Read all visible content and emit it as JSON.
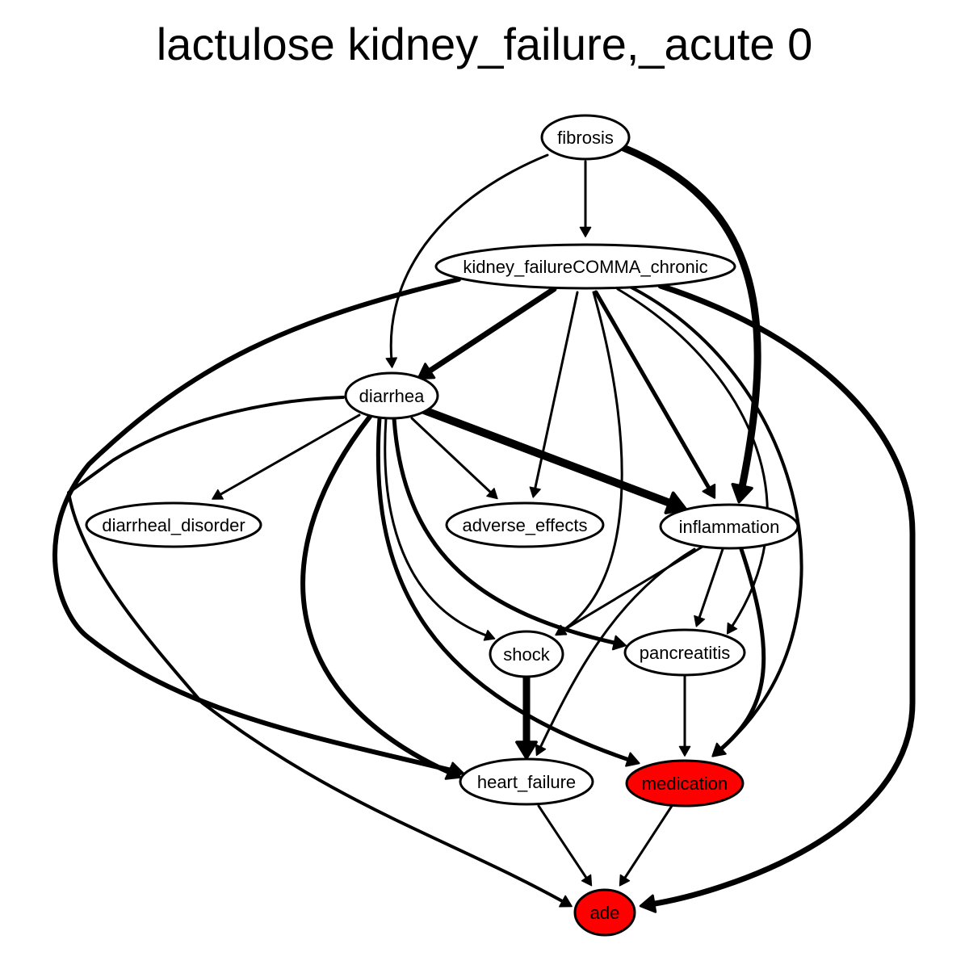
{
  "title": "lactulose kidney_failure,_acute 0",
  "colors": {
    "highlight": "#ff0000",
    "normal": "#ffffff",
    "edge": "#000000"
  },
  "nodes": [
    {
      "id": "fibrosis",
      "label": "fibrosis",
      "highlight": false
    },
    {
      "id": "kfc",
      "label": "kidney_failureCOMMA_chronic",
      "highlight": false
    },
    {
      "id": "diarrhea",
      "label": "diarrhea",
      "highlight": false
    },
    {
      "id": "diarrheal_disorder",
      "label": "diarrheal_disorder",
      "highlight": false
    },
    {
      "id": "adverse_effects",
      "label": "adverse_effects",
      "highlight": false
    },
    {
      "id": "inflammation",
      "label": "inflammation",
      "highlight": false
    },
    {
      "id": "shock",
      "label": "shock",
      "highlight": false
    },
    {
      "id": "pancreatitis",
      "label": "pancreatitis",
      "highlight": false
    },
    {
      "id": "heart_failure",
      "label": "heart_failure",
      "highlight": false
    },
    {
      "id": "medication",
      "label": "medication",
      "highlight": true
    },
    {
      "id": "ade",
      "label": "ade",
      "highlight": true
    }
  ],
  "edges": [
    {
      "from": "fibrosis",
      "to": "kfc",
      "weight": 3
    },
    {
      "from": "fibrosis",
      "to": "diarrhea",
      "weight": 3
    },
    {
      "from": "fibrosis",
      "to": "inflammation",
      "weight": 9
    },
    {
      "from": "kfc",
      "to": "diarrhea",
      "weight": 7
    },
    {
      "from": "kfc",
      "to": "adverse_effects",
      "weight": 3
    },
    {
      "from": "kfc",
      "to": "inflammation",
      "weight": 5
    },
    {
      "from": "kfc",
      "to": "shock",
      "weight": 3
    },
    {
      "from": "kfc",
      "to": "pancreatitis",
      "weight": 3
    },
    {
      "from": "kfc",
      "to": "medication",
      "weight": 4
    },
    {
      "from": "kfc",
      "to": "heart_failure",
      "weight": 6
    },
    {
      "from": "kfc",
      "to": "ade",
      "weight": 7
    },
    {
      "from": "diarrhea",
      "to": "diarrheal_disorder",
      "weight": 3
    },
    {
      "from": "diarrhea",
      "to": "adverse_effects",
      "weight": 3
    },
    {
      "from": "diarrhea",
      "to": "inflammation",
      "weight": 10
    },
    {
      "from": "diarrhea",
      "to": "shock",
      "weight": 3
    },
    {
      "from": "diarrhea",
      "to": "pancreatitis",
      "weight": 5
    },
    {
      "from": "diarrhea",
      "to": "heart_failure",
      "weight": 6
    },
    {
      "from": "diarrhea",
      "to": "medication",
      "weight": 5
    },
    {
      "from": "diarrhea",
      "to": "ade",
      "weight": 4
    },
    {
      "from": "inflammation",
      "to": "shock",
      "weight": 3
    },
    {
      "from": "inflammation",
      "to": "pancreatitis",
      "weight": 3
    },
    {
      "from": "inflammation",
      "to": "heart_failure",
      "weight": 3
    },
    {
      "from": "inflammation",
      "to": "medication",
      "weight": 5
    },
    {
      "from": "shock",
      "to": "heart_failure",
      "weight": 9
    },
    {
      "from": "pancreatitis",
      "to": "medication",
      "weight": 3
    },
    {
      "from": "heart_failure",
      "to": "ade",
      "weight": 3
    },
    {
      "from": "medication",
      "to": "ade",
      "weight": 3
    }
  ]
}
